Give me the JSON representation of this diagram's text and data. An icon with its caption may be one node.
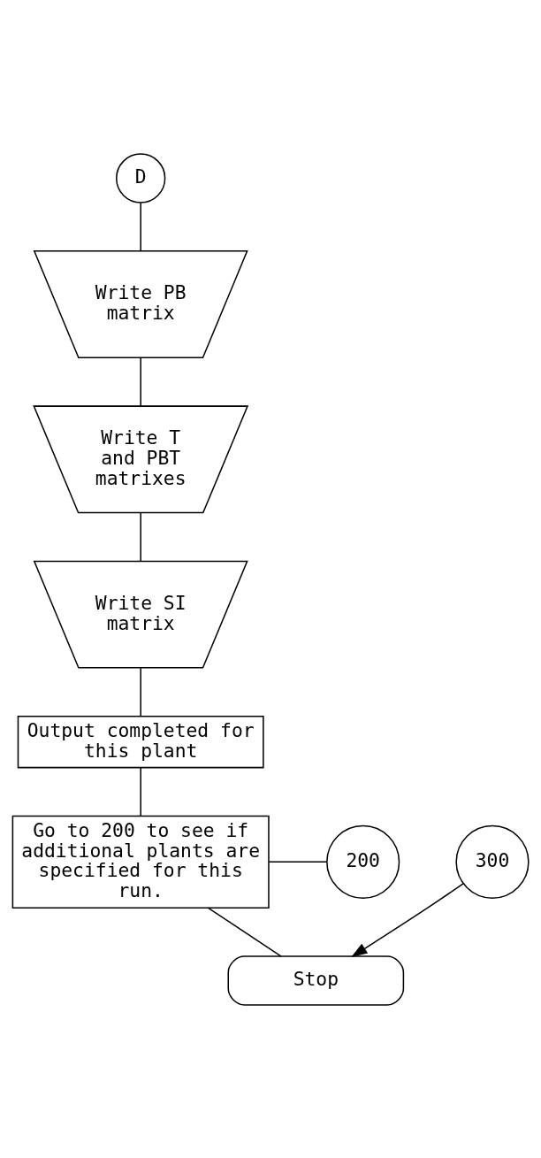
{
  "diagram": {
    "nodes": [
      {
        "text": [
          "D"
        ]
      },
      {
        "text": [
          "Write PB matrix"
        ]
      },
      {
        "text": [
          "Write T and PBT matrixes"
        ]
      },
      {
        "text": [
          "Write SI matrix"
        ]
      },
      {
        "text": [
          "Output completed for this plant"
        ]
      },
      {
        "text": [
          "Go to 200 to see if additional plants are specified for this run."
        ]
      },
      {
        "text": [
          "200"
        ]
      },
      {
        "text": [
          "300"
        ]
      },
      {
        "text": [
          "Stop"
        ]
      }
    ],
    "edges": [
      {
        "from": 0,
        "to": 1,
        "arrow": "none"
      },
      {
        "from": 1,
        "to": 2,
        "arrow": "none"
      },
      {
        "from": 2,
        "to": 3,
        "arrow": "none"
      },
      {
        "from": 3,
        "to": 4,
        "arrow": "none"
      },
      {
        "from": 4,
        "to": 5,
        "arrow": "none"
      },
      {
        "from": 5,
        "to": 6,
        "arrow": "none"
      },
      {
        "from": 5,
        "to": 8,
        "arrow": "none"
      },
      {
        "from": 7,
        "to": 8,
        "arrow": "to"
      }
    ]
  }
}
